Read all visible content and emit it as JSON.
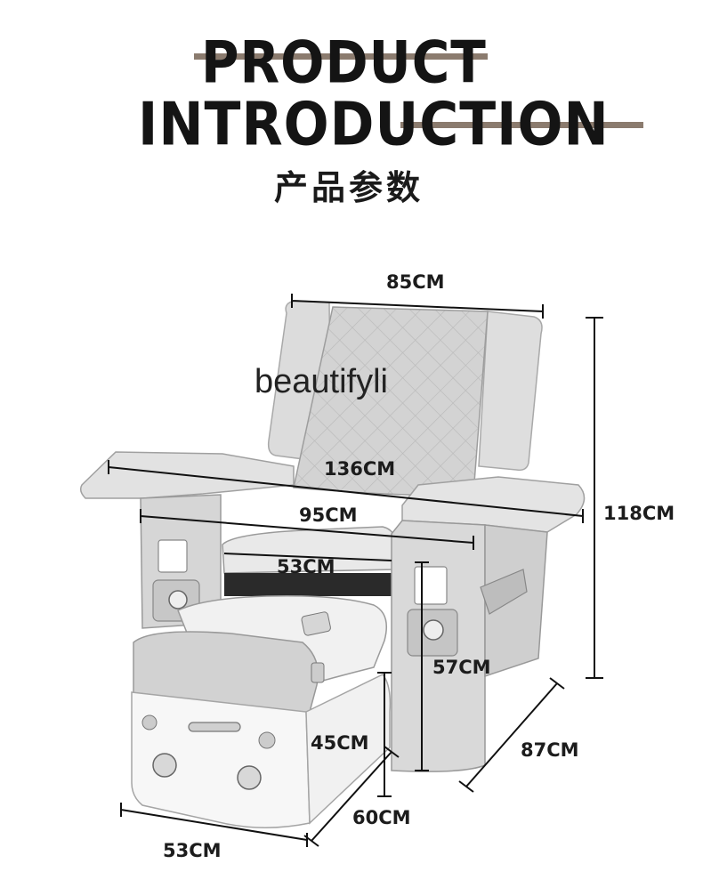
{
  "header": {
    "line1": "PRODUCT",
    "line2": "INTRODUCTION",
    "subtitle": "产品参数"
  },
  "watermark": "beautifyli",
  "dimensions": {
    "width_top": "85CM",
    "overall_width": "136CM",
    "inner_width": "95CM",
    "seat_width": "53CM",
    "height": "118CM",
    "seat_height": "57CM",
    "footrest_height": "45CM",
    "depth": "87CM",
    "footrest_depth": "60CM",
    "footrest_width": "53CM"
  },
  "colors": {
    "accent_bar": "#8b7b6e",
    "upholstery": "#d9d9d9",
    "base": "#f6f6f6"
  }
}
